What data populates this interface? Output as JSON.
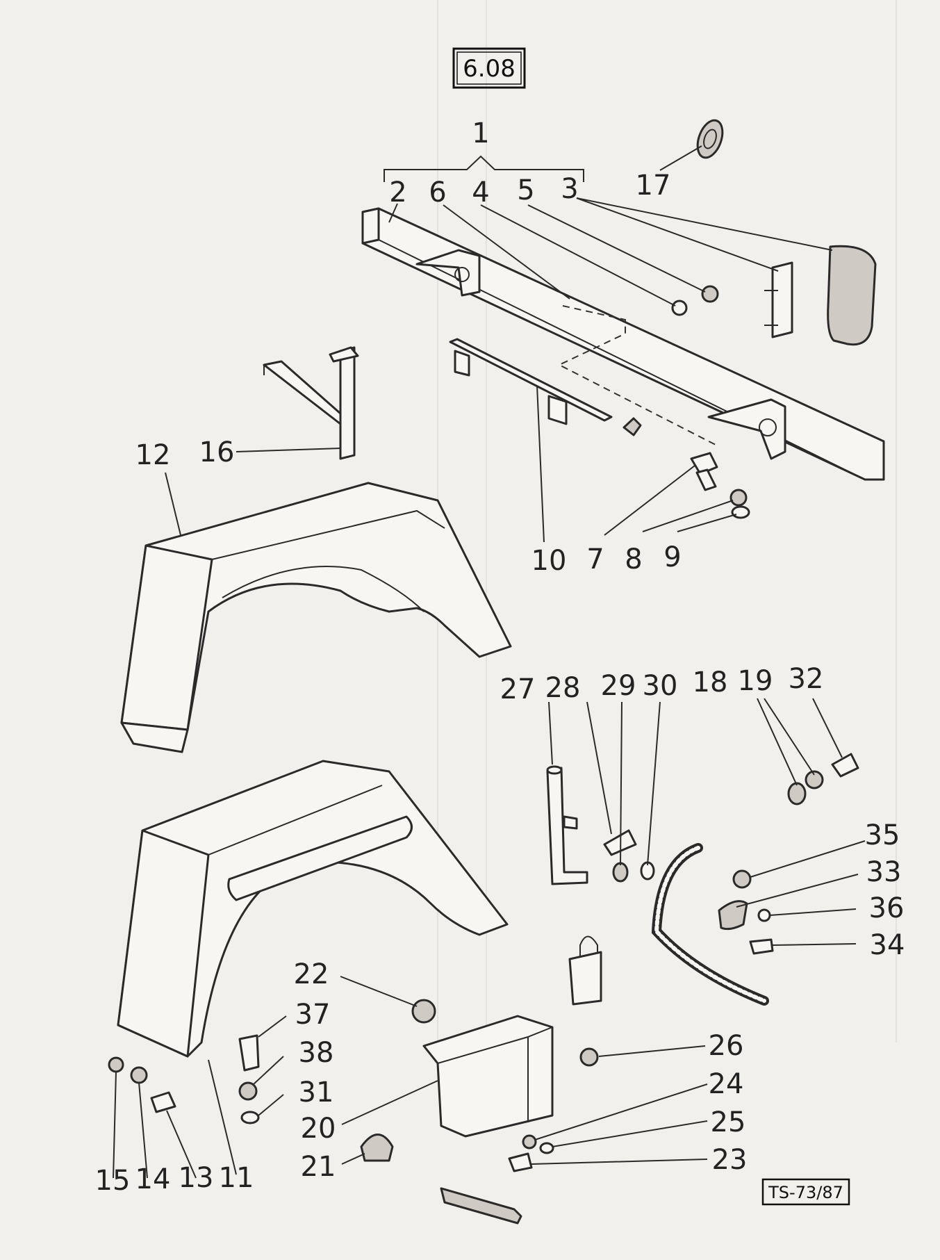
{
  "figure_id": "6.08",
  "drawing_ref": "TS-73/87",
  "colors": {
    "paper": "#f1f0ec",
    "ink": "#2a2a2a"
  },
  "labels": {
    "l1": "1",
    "l2": "2",
    "l3": "3",
    "l4": "4",
    "l5": "5",
    "l6": "6",
    "l7": "7",
    "l8": "8",
    "l9": "9",
    "l10": "10",
    "l11": "11",
    "l12": "12",
    "l13": "13",
    "l14": "14",
    "l15": "15",
    "l16": "16",
    "l17": "17",
    "l18": "18",
    "l19": "19",
    "l20": "20",
    "l21": "21",
    "l22": "22",
    "l23": "23",
    "l24": "24",
    "l25": "25",
    "l26": "26",
    "l27": "27",
    "l28": "28",
    "l29": "29",
    "l30": "30",
    "l31": "31",
    "l32": "32",
    "l33": "33",
    "l34": "34",
    "l35": "35",
    "l36": "36",
    "l37": "37",
    "l38": "38"
  }
}
